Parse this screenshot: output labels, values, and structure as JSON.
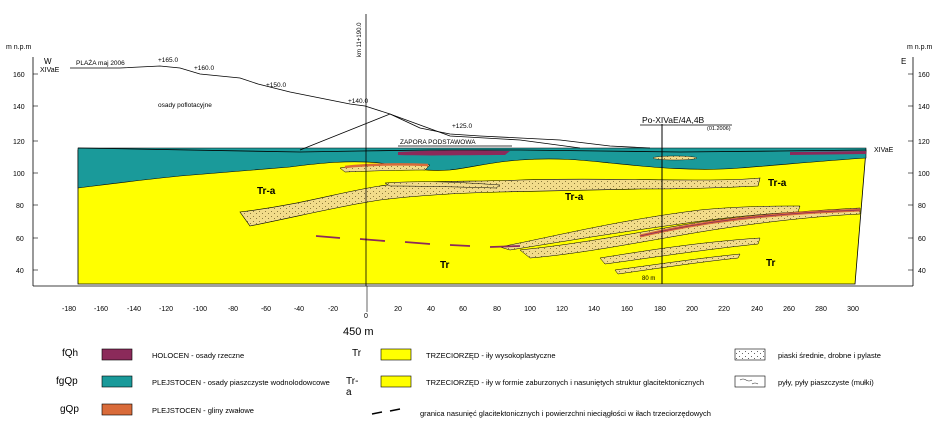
{
  "axis": {
    "y_unit_left": "m n.p.m",
    "y_unit_right": "m n.p.m",
    "y_ticks": [
      "160",
      "140",
      "120",
      "100",
      "80",
      "60",
      "40"
    ],
    "x_ticks": [
      "-180",
      "-160",
      "-140",
      "-120",
      "-100",
      "-80",
      "-60",
      "-40",
      "-20",
      "0",
      "20",
      "40",
      "60",
      "80",
      "100",
      "120",
      "140",
      "160",
      "180",
      "200",
      "220",
      "240",
      "260",
      "280",
      "300"
    ],
    "scale_label": "450 m",
    "scale_zero": "0"
  },
  "labels": {
    "west": "W",
    "west_code": "XIVaE",
    "east": "E",
    "east_code": "XIVaE",
    "beach": "PLAŻA maj 2006",
    "km": "km 11+190.0",
    "elev_165": "+165.0",
    "elev_160": "+160.0",
    "elev_150": "+150.0",
    "elev_140": "+140.0",
    "elev_125": "+125.0",
    "osady": "osady   poflotacyjne",
    "zapora": "ZAPORA PODSTAWOWA",
    "borehole": "Po-XIVaE/4A,4B",
    "borehole_date": "(01.2006)",
    "depth": "80 m",
    "tra_1": "Tr-a",
    "tra_2": "Tr-a",
    "tra_3": "Tr-a",
    "tr_1": "Tr",
    "tr_2": "Tr"
  },
  "legend": {
    "fqh_sym": "fQh",
    "fqh_desc": "HOLOCEN - osady rzeczne",
    "fgqp_sym": "fgQp",
    "fgqp_desc": "PLEJSTOCEN - osady piaszczyste wodnolodowcowe",
    "gqp_sym": "gQp",
    "gqp_desc": "PLEJSTOCEN - gliny zwałowe",
    "tr_sym": "Tr",
    "tr_desc": "TRZECIORZĘD - iły wysokoplastyczne",
    "tra_sym": "Tr-a",
    "tra_desc": "TRZECIORZĘD - iły w formie zaburzonych i nasuniętych struktur glacitektonicznych",
    "sand_desc": "piaski średnie, drobne i pylaste",
    "silt_desc": "pyły, pyły piaszczyste (mułki)",
    "line_desc": "granica nasunięć glacitektonicznych i powierzchni nieciągłości w iłach trzeciorzędowych"
  },
  "colors": {
    "holocene": "#8b2a5a",
    "fluvioglacial": "#1a9a9a",
    "till": "#d96b3a",
    "tertiary": "#ffff00",
    "sand": "#f2dc8a"
  }
}
